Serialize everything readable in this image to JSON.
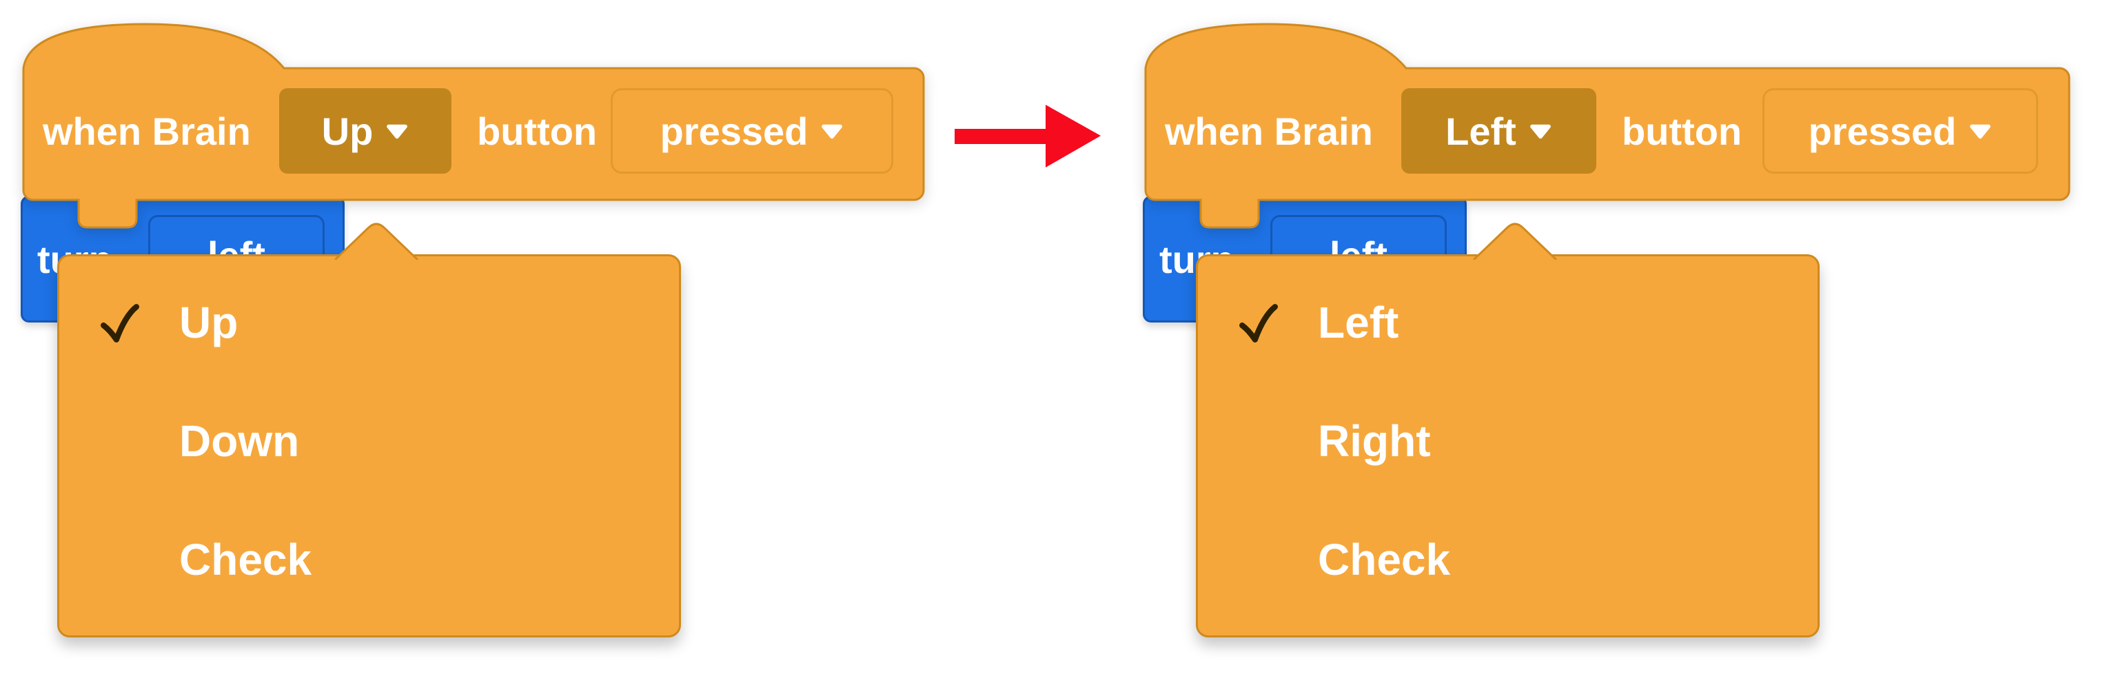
{
  "colors": {
    "block_orange": "#F6A73C",
    "block_border": "#CF8A1E",
    "selected_field": "#C0861D",
    "pressed_border": "#E09B2B",
    "menu_orange": "#F6A73C",
    "blue": "#1E72E5",
    "blue_border": "#1458B8",
    "arrow_red": "#F50A1E",
    "check_dark": "#2E2103",
    "text_white": "#FFFFFF"
  },
  "left_script": {
    "hat_block": {
      "when_label": "when Brain",
      "button_dropdown_value": "Up",
      "button_label": "button",
      "state_dropdown_value": "pressed"
    },
    "turn_block": {
      "label": "turn",
      "direction_value": "left"
    },
    "dropdown_menu": {
      "items": [
        {
          "label": "Up",
          "checked": true
        },
        {
          "label": "Down",
          "checked": false
        },
        {
          "label": "Check",
          "checked": false
        }
      ]
    }
  },
  "right_script": {
    "hat_block": {
      "when_label": "when Brain",
      "button_dropdown_value": "Left",
      "button_label": "button",
      "state_dropdown_value": "pressed"
    },
    "turn_block": {
      "label": "turn",
      "direction_value": "left"
    },
    "dropdown_menu": {
      "items": [
        {
          "label": "Left",
          "checked": true
        },
        {
          "label": "Right",
          "checked": false
        },
        {
          "label": "Check",
          "checked": false
        }
      ]
    }
  }
}
